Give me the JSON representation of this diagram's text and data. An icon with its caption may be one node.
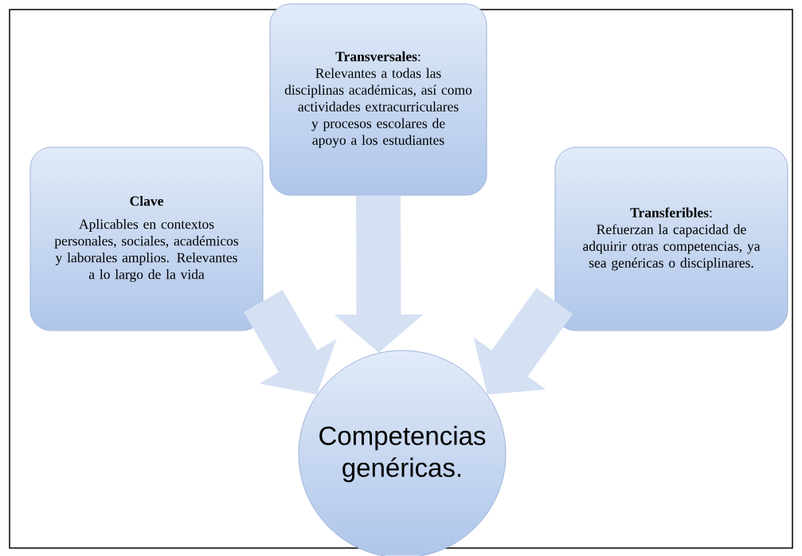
{
  "diagram": {
    "nodes": [
      {
        "text": [
          "**Transversales**:",
          "Relevantes a todas las disciplinas académicas, así como actividades extracurriculares y procesos escolares de apoyo a los estudiantes"
        ]
      },
      {
        "text": [
          "Clave",
          "Aplicables en contextos personales, sociales, académicos y laborales amplios. Relevantes a lo largo de la vida"
        ]
      },
      {
        "text": [
          "**Transferibles**:",
          "Refuerzan la capacidad de adquirir otras competencias, ya sea genéricas o disciplinares."
        ]
      },
      {
        "text": [
          "Competencias genéricas."
        ]
      }
    ],
    "edges": [
      {
        "from": 0,
        "to": 3,
        "arrow": "to"
      },
      {
        "from": 1,
        "to": 3,
        "arrow": "to"
      },
      {
        "from": 2,
        "to": 3,
        "arrow": "to"
      }
    ]
  }
}
